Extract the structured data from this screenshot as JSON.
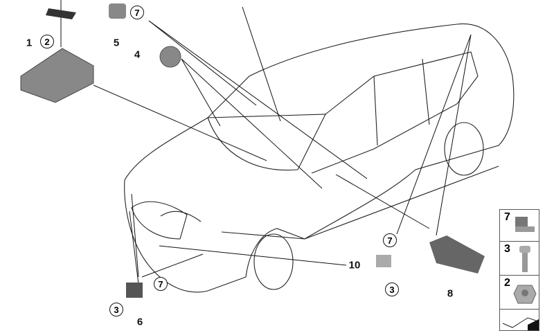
{
  "callouts": {
    "control_unit": "1",
    "control_unit_nut": "2",
    "sensor_top": "5",
    "sensor_top_clip": "7",
    "speaker": "4",
    "sensor_sill": "10",
    "sensor_sill_clip": "7",
    "sensor_sill_screw": "3",
    "module_right": "8",
    "sensor_front": "6",
    "sensor_front_screw": "3",
    "sensor_front_clip": "7"
  },
  "side_panel": {
    "items": [
      {
        "number": "7",
        "part": "clip-nut"
      },
      {
        "number": "3",
        "part": "screw"
      },
      {
        "number": "2",
        "part": "hex-flange-nut"
      }
    ]
  }
}
